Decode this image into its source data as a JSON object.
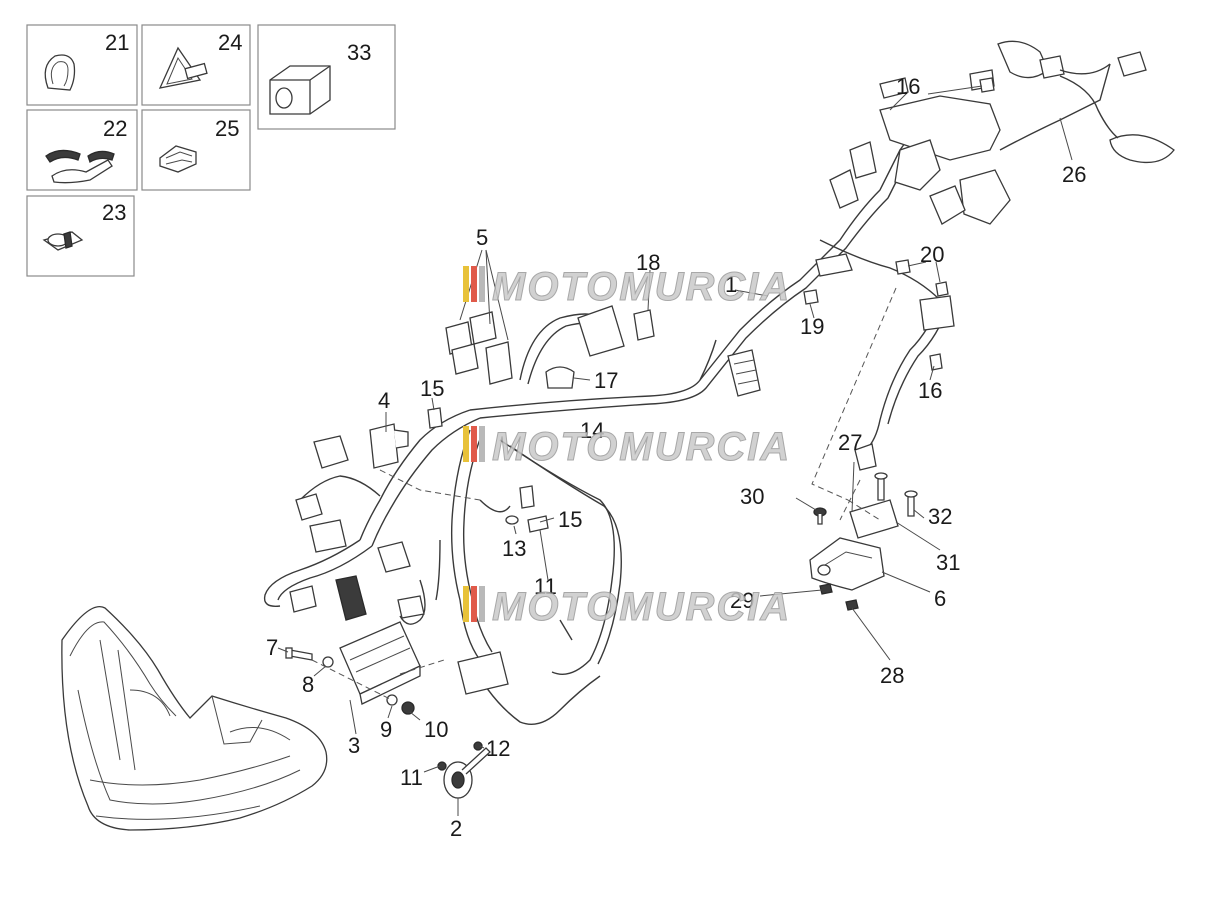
{
  "watermark": {
    "text": "MOTOMURCIA",
    "stripe_colors": [
      "#e8c23a",
      "#e05a4a",
      "#b9b9b9"
    ]
  },
  "kit_boxes": [
    {
      "number": "21",
      "icon": "hook-clip-icon"
    },
    {
      "number": "24",
      "icon": "triangle-clip-icon"
    },
    {
      "number": "33",
      "icon": "rubber-block-icon"
    },
    {
      "number": "22",
      "icon": "cable-clamp-icon"
    },
    {
      "number": "25",
      "icon": "connector-clip-icon"
    },
    {
      "number": "23",
      "icon": "cable-tie-clip-icon"
    }
  ],
  "callouts": [
    "1",
    "2",
    "3",
    "4",
    "5",
    "6",
    "7",
    "8",
    "9",
    "10",
    "11",
    "11",
    "12",
    "13",
    "14",
    "15",
    "15",
    "16",
    "16",
    "17",
    "18",
    "19",
    "20",
    "26",
    "27",
    "28",
    "29",
    "30",
    "31",
    "32"
  ]
}
